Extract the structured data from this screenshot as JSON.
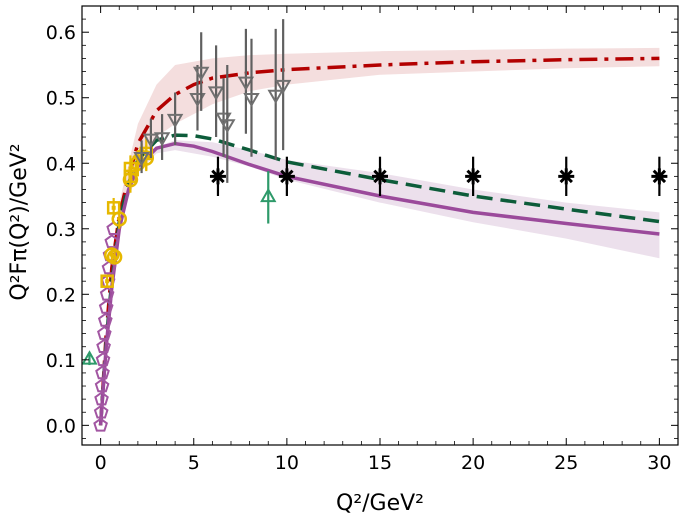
{
  "chart_data": {
    "type": "scatter",
    "xlabel": "Q²/GeV²",
    "ylabel": "Q²Fπ(Q²)/GeV²",
    "xlim": [
      -1,
      31
    ],
    "ylim": [
      -0.03,
      0.64
    ],
    "x_ticks": [
      "0",
      "5",
      "10",
      "15",
      "20",
      "25",
      "30"
    ],
    "y_ticks": [
      "0.0",
      "0.1",
      "0.2",
      "0.3",
      "0.4",
      "0.5",
      "0.6"
    ],
    "grid": false,
    "legend": "none",
    "bands": [
      {
        "color": "#f4dede",
        "x": [
          0.5,
          1,
          1.5,
          2,
          3,
          4,
          6,
          8,
          10,
          15,
          20,
          25,
          30
        ],
        "lower": [
          0.18,
          0.3,
          0.36,
          0.4,
          0.44,
          0.46,
          0.49,
          0.51,
          0.52,
          0.535,
          0.54,
          0.545,
          0.548
        ],
        "upper": [
          0.22,
          0.34,
          0.4,
          0.46,
          0.52,
          0.55,
          0.56,
          0.565,
          0.567,
          0.571,
          0.573,
          0.575,
          0.576
        ]
      },
      {
        "color": "#ece0ec",
        "x": [
          0,
          0.5,
          1,
          2,
          3,
          4,
          6,
          8,
          10,
          15,
          20,
          25,
          30
        ],
        "lower": [
          0.0,
          0.19,
          0.31,
          0.385,
          0.415,
          0.42,
          0.41,
          0.395,
          0.375,
          0.34,
          0.31,
          0.285,
          0.255
        ],
        "upper": [
          0.0,
          0.2,
          0.32,
          0.395,
          0.425,
          0.435,
          0.432,
          0.42,
          0.405,
          0.385,
          0.36,
          0.34,
          0.325
        ]
      }
    ],
    "series": [
      {
        "kind": "line",
        "style": "dashdot",
        "color": "#b30000",
        "x": [
          0,
          0.3,
          0.6,
          1,
          1.5,
          2,
          3,
          4,
          5,
          6,
          8,
          10,
          15,
          20,
          25,
          30
        ],
        "y": [
          0,
          0.14,
          0.24,
          0.32,
          0.38,
          0.43,
          0.48,
          0.505,
          0.52,
          0.53,
          0.538,
          0.543,
          0.55,
          0.555,
          0.558,
          0.56
        ]
      },
      {
        "kind": "line",
        "style": "dashed",
        "color": "#0d5c3a",
        "x": [
          0,
          0.3,
          0.6,
          1,
          1.5,
          2,
          3,
          4,
          5,
          6,
          8,
          10,
          15,
          20,
          25,
          30
        ],
        "y": [
          0,
          0.13,
          0.22,
          0.31,
          0.37,
          0.405,
          0.435,
          0.443,
          0.442,
          0.437,
          0.42,
          0.402,
          0.375,
          0.35,
          0.33,
          0.311
        ]
      },
      {
        "kind": "line",
        "style": "solid",
        "color": "#9b4a9b",
        "x": [
          0,
          0.3,
          0.6,
          1,
          1.5,
          2,
          3,
          4,
          5,
          6,
          8,
          10,
          15,
          20,
          25,
          30
        ],
        "y": [
          0,
          0.12,
          0.21,
          0.3,
          0.36,
          0.395,
          0.423,
          0.43,
          0.426,
          0.418,
          0.398,
          0.38,
          0.35,
          0.325,
          0.308,
          0.292
        ]
      },
      {
        "kind": "markers",
        "marker": "pentagon",
        "color": "#a256a2",
        "x": [
          0.0,
          0.03,
          0.05,
          0.08,
          0.1,
          0.13,
          0.16,
          0.2,
          0.25,
          0.3,
          0.35,
          0.4,
          0.45,
          0.5,
          0.6,
          0.7
        ],
        "y": [
          0.0,
          0.02,
          0.04,
          0.06,
          0.08,
          0.1,
          0.12,
          0.14,
          0.16,
          0.18,
          0.2,
          0.22,
          0.24,
          0.26,
          0.28,
          0.3
        ],
        "err": [
          0,
          0,
          0,
          0,
          0,
          0,
          0,
          0,
          0,
          0,
          0,
          0,
          0,
          0,
          0,
          0
        ]
      },
      {
        "kind": "markers",
        "marker": "circle",
        "color": "#e6b800",
        "x": [
          0.6,
          0.75,
          1.0,
          1.6,
          2.0,
          2.45
        ],
        "y": [
          0.26,
          0.257,
          0.315,
          0.375,
          0.4,
          0.408
        ],
        "err": [
          0.01,
          0.01,
          0.015,
          0.02,
          0.02,
          0.02
        ]
      },
      {
        "kind": "markers",
        "marker": "square",
        "color": "#e6b800",
        "x": [
          0.35,
          0.7,
          1.6,
          1.6,
          2.45
        ],
        "y": [
          0.22,
          0.332,
          0.38,
          0.392,
          0.415
        ],
        "err": [
          0.01,
          0.015,
          0.02,
          0.02,
          0.025
        ]
      },
      {
        "kind": "markers",
        "marker": "diamond",
        "color": "#e6b800",
        "x": [
          2.2
        ],
        "y": [
          0.41
        ],
        "err": [
          0.02
        ]
      },
      {
        "kind": "markers",
        "marker": "triangle-down",
        "color": "#707070",
        "x": [
          2.2,
          2.7,
          3.3,
          4.0,
          5.2,
          5.4,
          6.2,
          6.6,
          6.8,
          7.8,
          8.1,
          9.4,
          9.8
        ],
        "y": [
          0.41,
          0.438,
          0.44,
          0.468,
          0.5,
          0.54,
          0.51,
          0.47,
          0.46,
          0.525,
          0.5,
          0.505,
          0.52
        ],
        "err": [
          0.025,
          0.03,
          0.035,
          0.04,
          0.05,
          0.06,
          0.07,
          0.06,
          0.09,
          0.08,
          0.09,
          0.1,
          0.1
        ]
      },
      {
        "kind": "markers",
        "marker": "triangle-up",
        "color": "#2e9a6a",
        "x": [
          9.0,
          -0.6
        ],
        "y": [
          0.348,
          0.1
        ],
        "err": [
          0.04,
          0.008
        ]
      },
      {
        "kind": "markers",
        "marker": "asterisk",
        "color": "#000000",
        "x": [
          6.3,
          10.0,
          15.0,
          20.0,
          25.0,
          30.0
        ],
        "y": [
          0.38,
          0.38,
          0.38,
          0.38,
          0.38,
          0.38
        ],
        "err": [
          0.03,
          0.03,
          0.03,
          0.03,
          0.03,
          0.03
        ]
      }
    ]
  }
}
